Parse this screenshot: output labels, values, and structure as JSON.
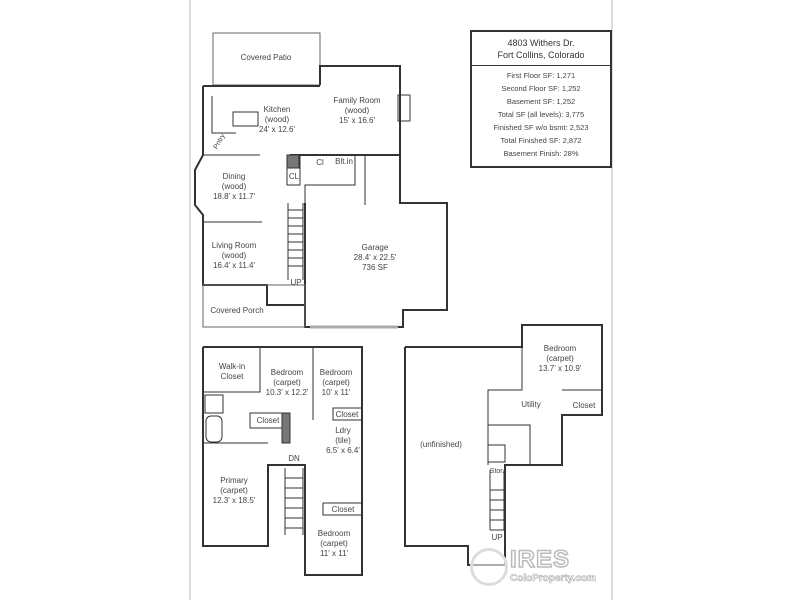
{
  "info": {
    "address": "4803 Withers Dr.",
    "city": "Fort Collins, Colorado",
    "rows": [
      "First Floor SF: 1,271",
      "Second Floor SF: 1,252",
      "Basement SF: 1,252",
      "Total SF (all levels): 3,775",
      "Finished SF w/o bsmt: 2,523",
      "Total Finished SF: 2,872",
      "Basement Finish: 28%"
    ]
  },
  "first_floor": {
    "covered_patio": "Covered Patio",
    "kitchen": [
      "Kitchen",
      "(wood)",
      "24' x 12.6'"
    ],
    "family_room": [
      "Family Room",
      "(wood)",
      "15' x 16.6'"
    ],
    "pantry": "Pntry",
    "dining": [
      "Dining",
      "(wood)",
      "18.8' x 11.7'"
    ],
    "closet1": "CL",
    "closet2": "Cl",
    "built_in": "Blt.in",
    "living_room": [
      "Living Room",
      "(wood)",
      "16.4' x 11.4'"
    ],
    "up": "UP",
    "garage": [
      "Garage",
      "28.4' x 22.5'",
      "736 SF"
    ],
    "covered_porch": "Covered Porch"
  },
  "second_floor": {
    "walk_in_closet": [
      "Walk-in",
      "Closet"
    ],
    "bedroom_a": [
      "Bedroom",
      "(carpet)",
      "10.3' x 12.2'"
    ],
    "bedroom_b": [
      "Bedroom",
      "(carpet)",
      "10' x 11'"
    ],
    "closet_a": "Closet",
    "closet_b": "Closet",
    "closet_c": "Closet",
    "laundry": [
      "Ldry",
      "(tile)",
      "6.5' x 6.4'"
    ],
    "dn": "DN",
    "primary": [
      "Primary",
      "(carpet)",
      "12.3' x 18.5'"
    ],
    "bedroom_c": [
      "Bedroom",
      "(carpet)",
      "11' x 11'"
    ]
  },
  "basement": {
    "bedroom": [
      "Bedroom",
      "(carpet)",
      "13.7' x 10.9'"
    ],
    "utility": "Utility",
    "closet": "Closet",
    "unfinished": "(unfinished)",
    "storage": "Stor.",
    "up": "UP"
  },
  "watermark": {
    "brand": "IRES",
    "site": "ColoProperty.com"
  }
}
